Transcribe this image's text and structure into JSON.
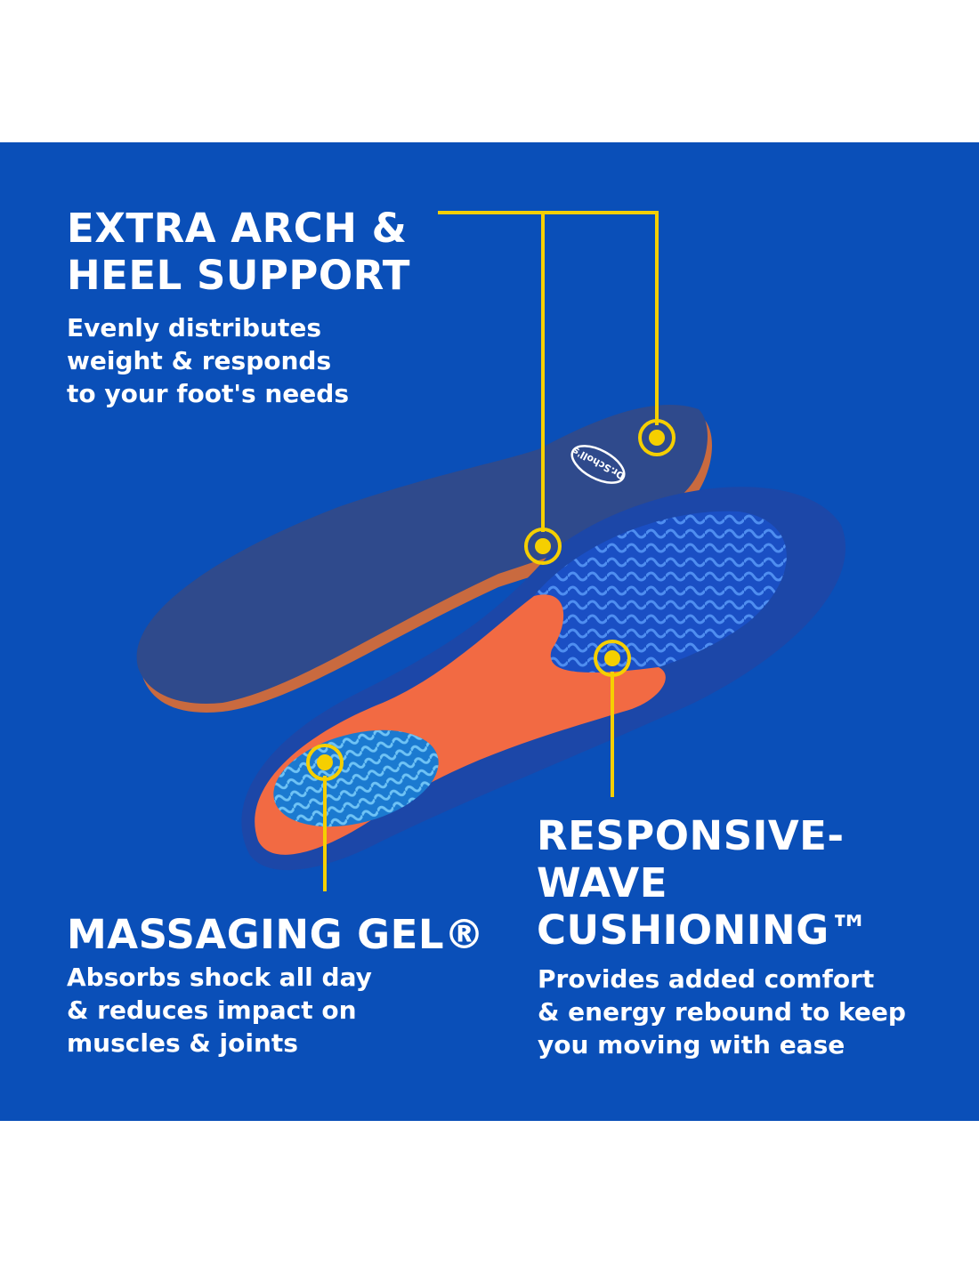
{
  "brand_logo": "Dr.Scholl's",
  "colors": {
    "panel": "#0a4fb8",
    "callout": "#f5cf00",
    "gel_orange": "#f26a43"
  },
  "features": [
    {
      "title_lines": [
        "EXTRA ARCH &",
        "HEEL SUPPORT"
      ],
      "desc_lines": [
        "Evenly distributes",
        "weight & responds",
        "to your foot's needs"
      ]
    },
    {
      "title_lines": [
        "MASSAGING GEL®"
      ],
      "desc_lines": [
        "Absorbs shock all day",
        "& reduces impact on",
        "muscles & joints"
      ]
    },
    {
      "title_lines": [
        "RESPONSIVE-",
        "WAVE",
        "CUSHIONING™"
      ],
      "desc_lines": [
        "Provides added comfort",
        "& energy rebound to keep",
        "you moving with ease"
      ]
    }
  ]
}
